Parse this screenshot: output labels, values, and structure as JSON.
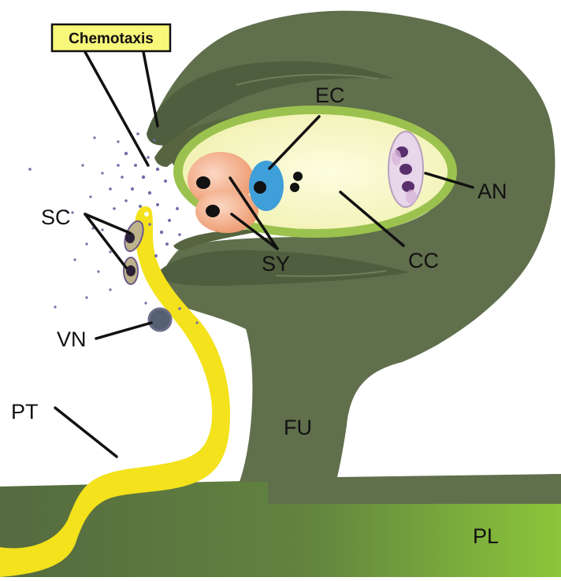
{
  "title_box": {
    "text": "Chemotaxis"
  },
  "labels": {
    "ec": "EC",
    "an": "AN",
    "sc": "SC",
    "sy": "SY",
    "cc": "CC",
    "vn": "VN",
    "pt": "PT",
    "fu": "FU",
    "pl": "PL"
  },
  "colors": {
    "ovule": "#606f4c",
    "ovule_dark": "#4f5e3e",
    "placenta_left": "#55683f",
    "placenta_right": "#8cc43c",
    "embryo_sac_rim": "#9bc24e",
    "central_cell": "#f8f8c6",
    "egg_cell": "#3f9fd8",
    "synergid": "#f0a47e",
    "pollen_tube": "#f3e21c",
    "chemotaxis_box": "#f7f77a",
    "antipodal": "#d8b7da"
  }
}
